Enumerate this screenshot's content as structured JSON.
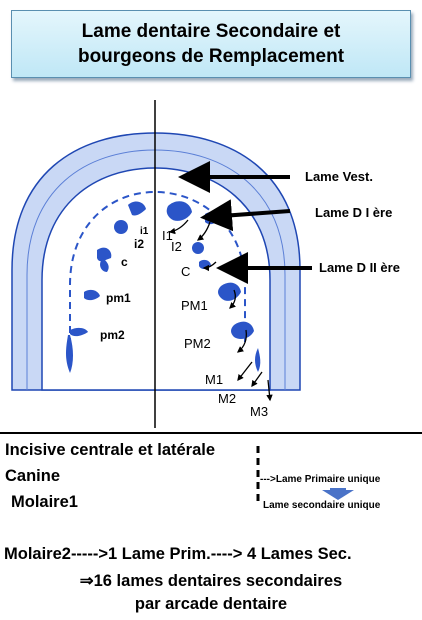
{
  "title": {
    "line1": "Lame dentaire Secondaire et",
    "line2": "bourgeons de Remplacement"
  },
  "diagram": {
    "left_labels": [
      "i1",
      "i2",
      "c",
      "pm1",
      "pm2"
    ],
    "right_labels": [
      "I1",
      "I2",
      "C",
      "PM1",
      "PM2",
      "M1",
      "M2",
      "M3"
    ],
    "pointer_labels": [
      "Lame Vest.",
      "Lame D I ère",
      "Lame D II ère"
    ],
    "colors": {
      "arch_outer": "#c9d8f5",
      "arch_border": "#1f47b3",
      "tooth": "#2b55c8"
    }
  },
  "legend": {
    "items": [
      "Incisive centrale et latérale",
      "Canine",
      "Molaire1"
    ],
    "primary_note": "--->Lame Primaire unique",
    "secondary_note": "Lame secondaire unique"
  },
  "summary": {
    "line1": "Molaire2----->1 Lame Prim.----> 4 Lames Sec.",
    "line2": "⇒16 lames dentaires secondaires",
    "line3": "par arcade dentaire"
  }
}
